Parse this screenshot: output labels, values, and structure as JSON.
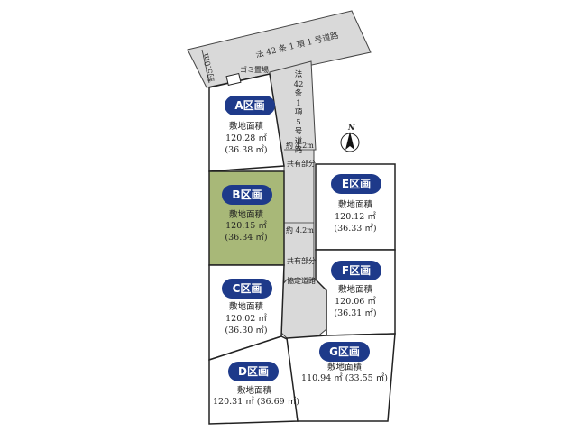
{
  "roads": {
    "main_road": "法 42 条 1 項 1 号道路",
    "private_road": [
      "法",
      "42",
      "条",
      "1",
      "項",
      "5",
      "号",
      "道",
      "路"
    ],
    "road_width": "約5.0m",
    "easement_road": "協定道路"
  },
  "facilities": {
    "garbage": "ゴミ置場"
  },
  "shared": {
    "part_label": "共有部分",
    "width_label": "約 4.2m"
  },
  "compass": {
    "north": "N"
  },
  "lots": [
    {
      "name": "A区画",
      "area_label": "敷地面積",
      "area": "120.28 ㎡",
      "tsubo": "(36.38 ㎡)"
    },
    {
      "name": "B区画",
      "area_label": "敷地面積",
      "area": "120.15 ㎡",
      "tsubo": "(36.34 ㎡)"
    },
    {
      "name": "C区画",
      "area_label": "敷地面積",
      "area": "120.02 ㎡",
      "tsubo": "(36.30 ㎡)"
    },
    {
      "name": "D区画",
      "area_label": "敷地面積",
      "area": "120.31 ㎡ (36.69 ㎡)"
    },
    {
      "name": "E区画",
      "area_label": "敷地面積",
      "area": "120.12 ㎡",
      "tsubo": "(36.33 ㎡)"
    },
    {
      "name": "F区画",
      "area_label": "敷地面積",
      "area": "120.06 ㎡",
      "tsubo": "(36.31 ㎡)"
    },
    {
      "name": "G区画",
      "area_label": "敷地面積",
      "area": "110.94 ㎡ (33.55 ㎡)"
    }
  ],
  "colors": {
    "highlight_lot": "#a8b878",
    "road_gray": "#d9d9d9",
    "badge_navy": "#1e3a8a"
  }
}
